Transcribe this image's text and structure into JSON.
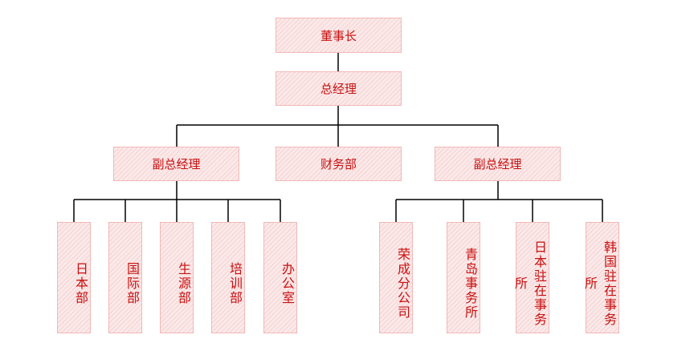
{
  "colors": {
    "text": "#c81010",
    "box_border": "#f2b8b8",
    "box_fill": "#fbe9e9",
    "line": "#000000"
  },
  "org": {
    "chairman": "董事长",
    "general_manager": "总经理",
    "vp_left": "副总经理",
    "finance": "财务部",
    "vp_right": "副总经理",
    "left_departments": [
      "日本部",
      "国际部",
      "生源部",
      "培训部",
      "办公室"
    ],
    "right_departments": [
      "荣成分公司",
      "青岛事务所",
      "日本驻在事务所",
      "韩国驻在事务所"
    ]
  }
}
